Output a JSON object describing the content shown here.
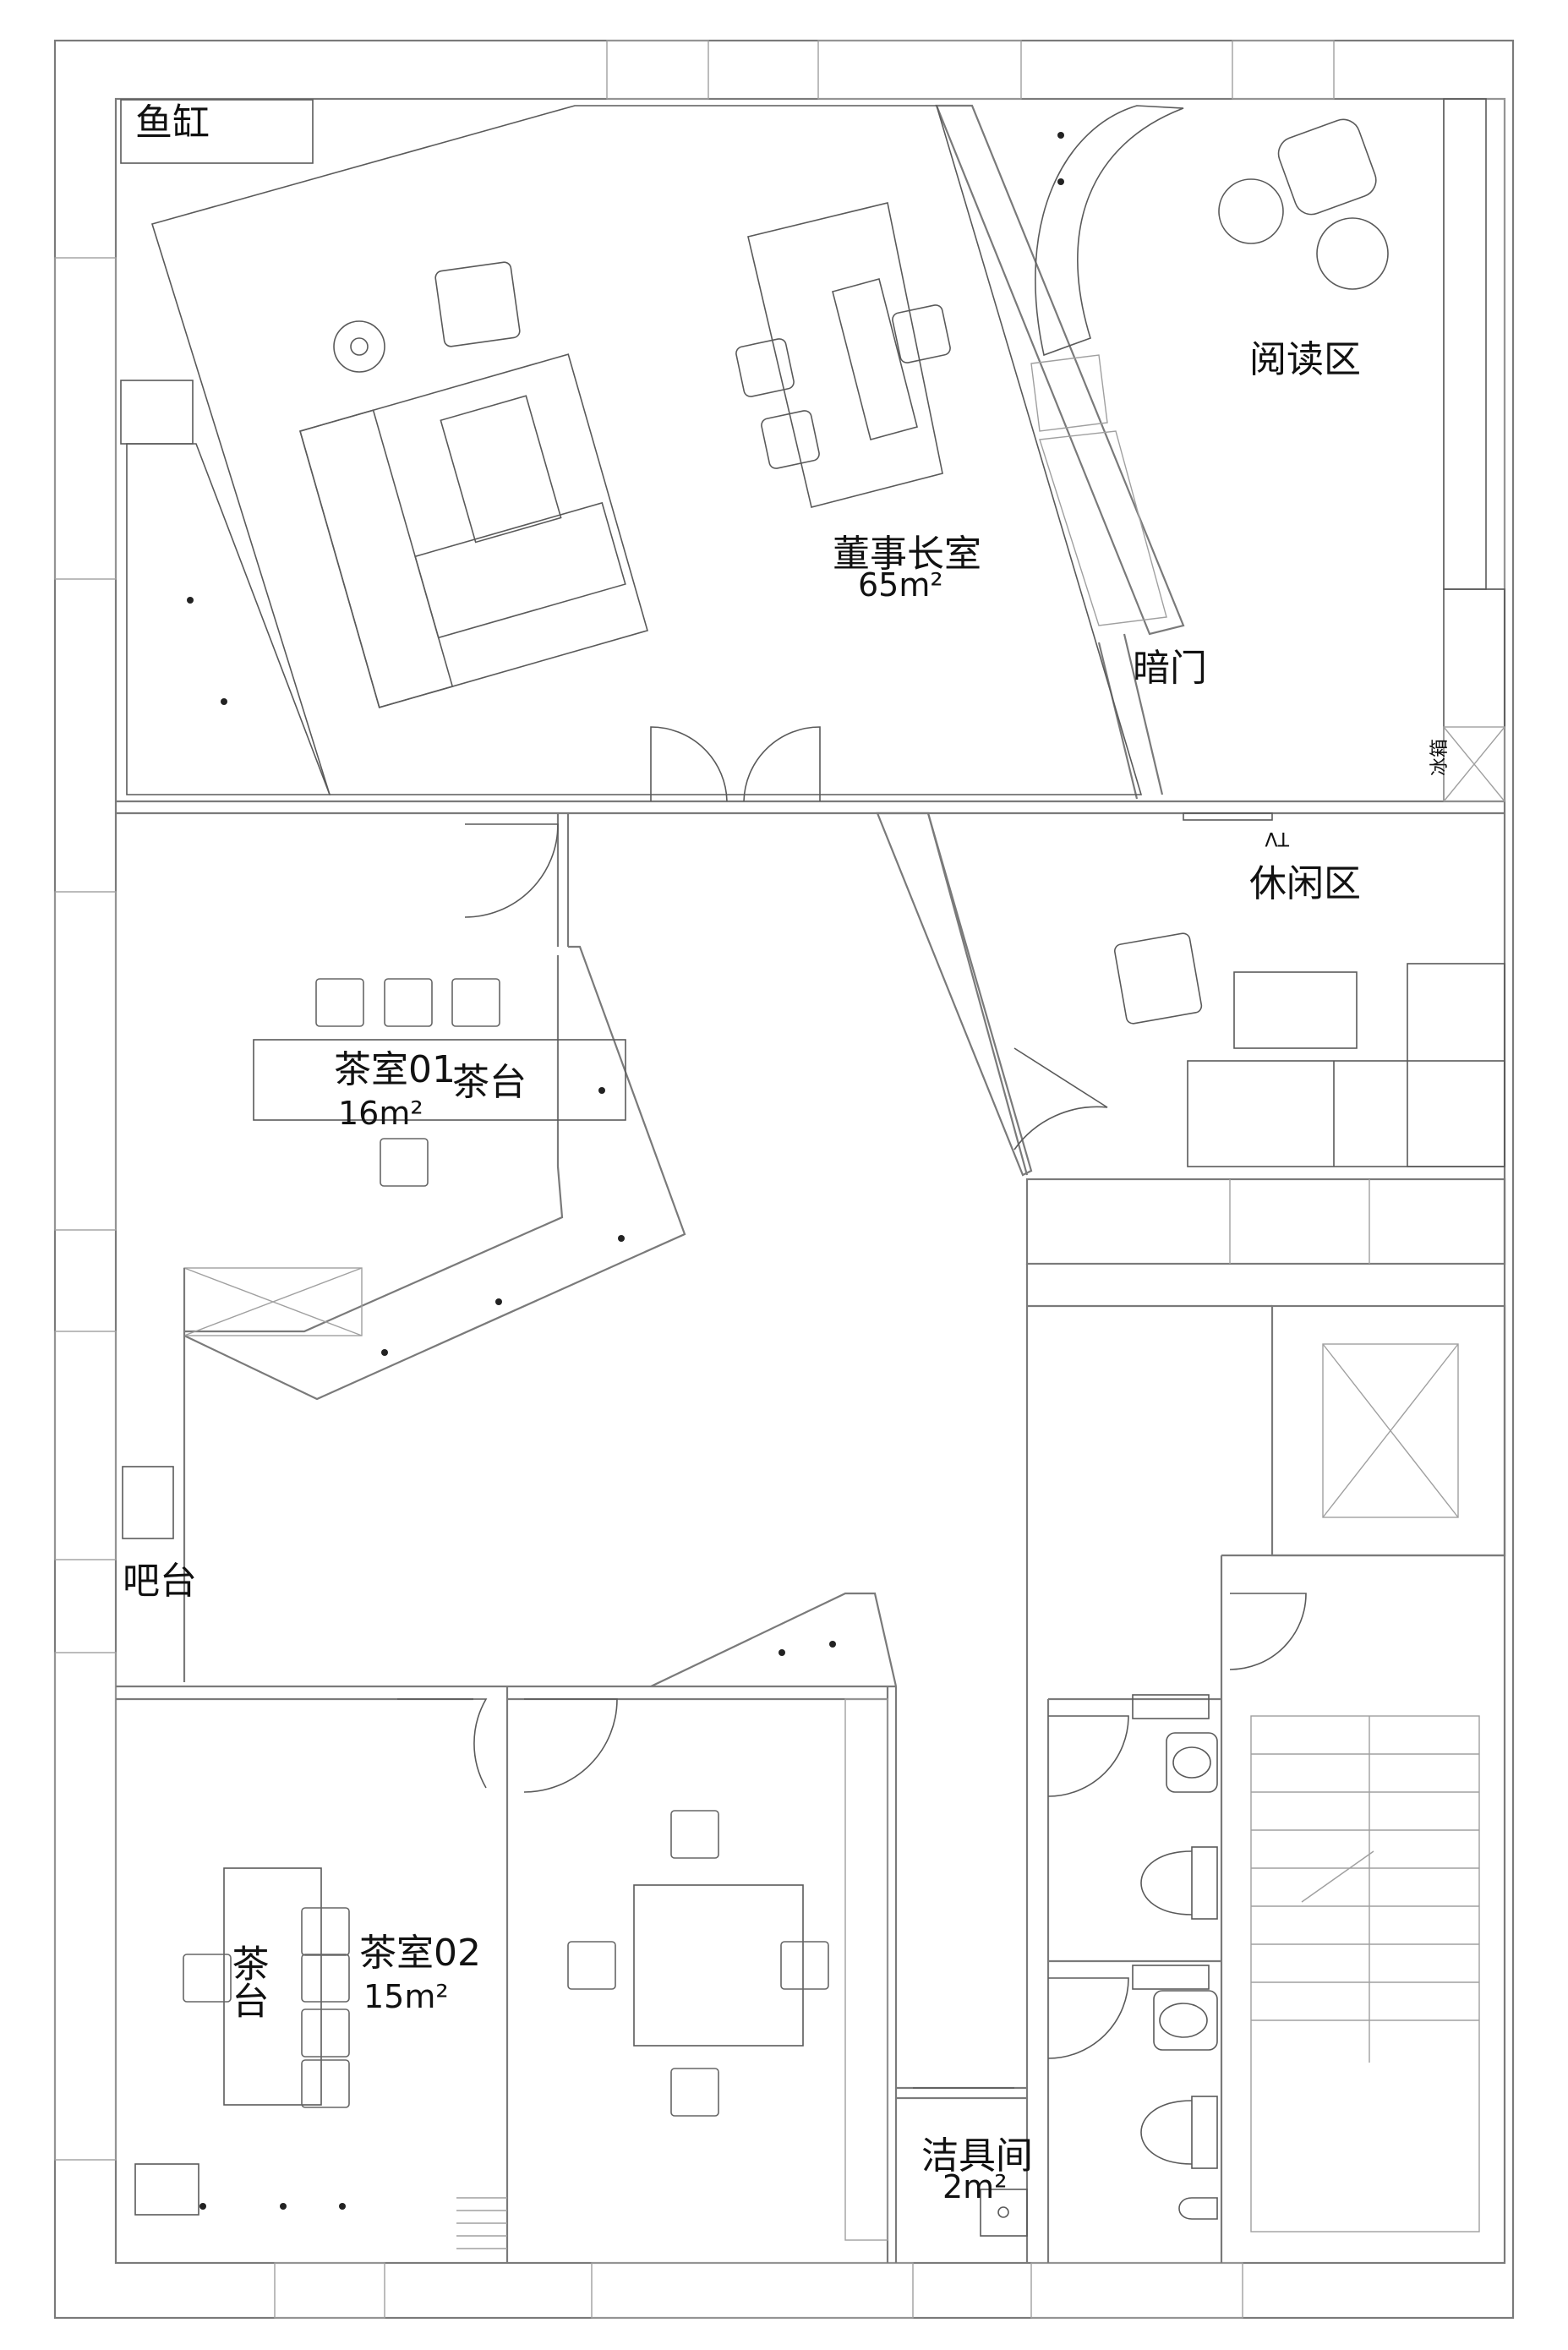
{
  "rooms": {
    "chairman_office": {
      "name": "董事长室",
      "area": "65m²"
    },
    "reading_area": {
      "name": "阅读区"
    },
    "hidden_door": {
      "name": "暗门"
    },
    "fish_tank": {
      "name": "鱼缸"
    },
    "fridge": {
      "name": "冰箱"
    },
    "tv": {
      "name": "TV"
    },
    "lounge_area": {
      "name": "休闲区"
    },
    "tea_room_01": {
      "name": "茶室01",
      "area": "16m²",
      "tea_table": "茶台"
    },
    "bar": {
      "name": "吧台"
    },
    "tea_room_02": {
      "name": "茶室02",
      "area": "15m²",
      "tea_table": "茶台"
    },
    "janitor_room": {
      "name": "洁具间",
      "area": "2m²"
    }
  }
}
